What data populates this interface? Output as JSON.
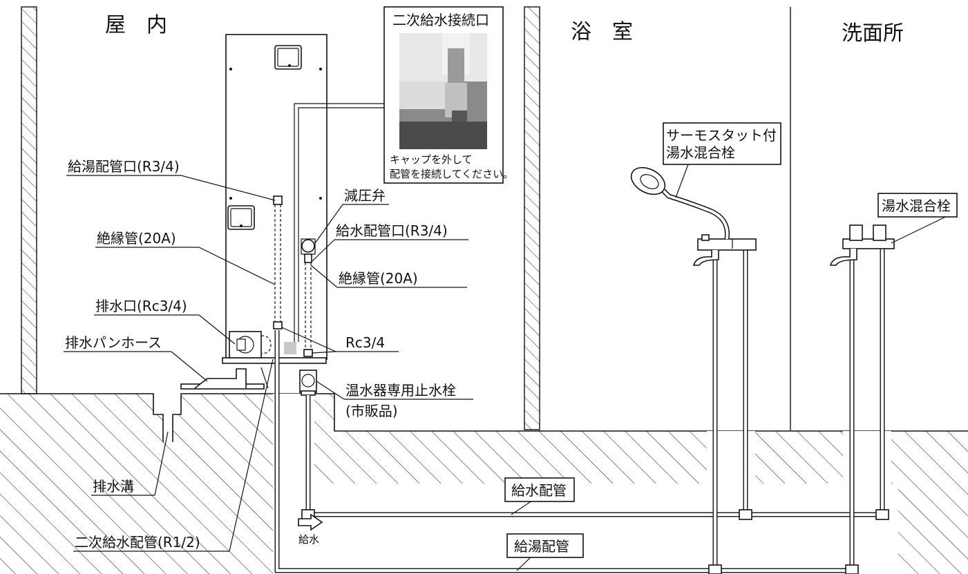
{
  "rooms": {
    "indoor": "屋　内",
    "bathroom": "浴　室",
    "washroom": "洗面所"
  },
  "photo": {
    "title": "二次給水接続口",
    "caption_line1": "キャップを外して",
    "caption_line2": "配管を接続してください。"
  },
  "labels": {
    "hot_outlet": "給湯配管口(R3/4)",
    "insulation_left": "絶縁管(20A)",
    "drain_outlet": "排水口(Rc3/4)",
    "drain_pan_hose": "排水パンホース",
    "drain_ditch": "排水溝",
    "secondary_pipe": "二次給水配管(R1/2)",
    "pressure_valve": "減圧弁",
    "water_inlet": "給水配管口(R3/4)",
    "insulation_right": "絶縁管(20A)",
    "rc34": "Rc3/4",
    "stop_valve_line1": "温水器専用止水栓",
    "stop_valve_line2": "(市販品)",
    "thermostat_line1": "サーモスタット付",
    "thermostat_line2": "湯水混合栓",
    "mixing_valve": "湯水混合栓",
    "water_supply_pipe": "給水配管",
    "hot_water_pipe": "給湯配管",
    "water_supply_arrow": "給水"
  }
}
